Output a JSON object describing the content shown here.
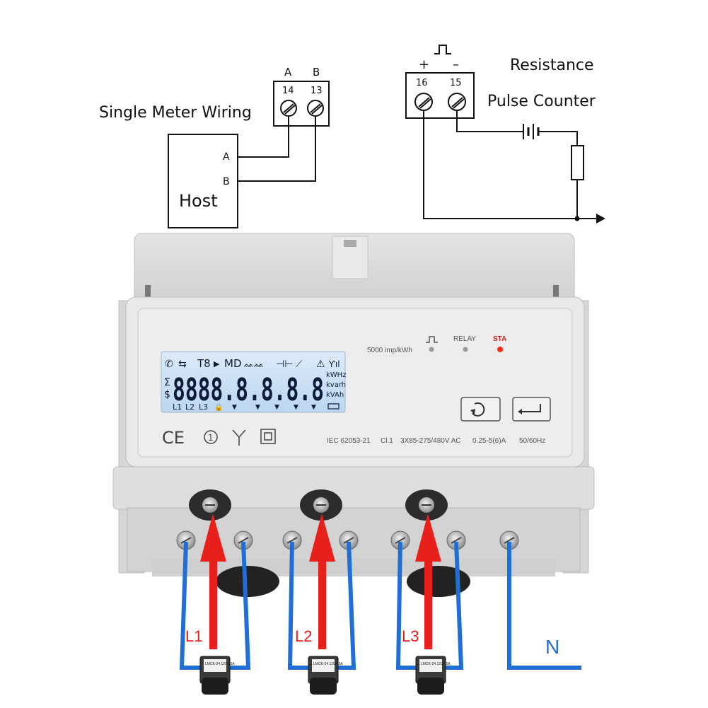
{
  "wiring": {
    "single_meter_title": "Single Meter Wiring",
    "host_label": "Host",
    "host_a": "A",
    "host_b": "B",
    "terminal_a_label": "A",
    "terminal_b_label": "B",
    "terminal_14": "14",
    "terminal_13": "13",
    "pulse_plus": "+",
    "pulse_minus": "–",
    "terminal_16": "16",
    "terminal_15": "15",
    "resistance_label": "Resistance",
    "pulse_counter_label": "Pulse Counter"
  },
  "meter": {
    "pulse_rate": "5000 imp/kWh",
    "relay_label": "RELAY",
    "sta_label": "STA",
    "lcd_top": "T8",
    "lcd_md": "MD",
    "lcd_digits": "8888.8.8.8.8",
    "lcd_sigma": "Σ",
    "lcd_dollar": "$",
    "unit_kwh": "kWHz",
    "unit_kvarh": "kvarh",
    "unit_kvah": "kVAh",
    "phase_l1": "L1",
    "phase_l2": "L2",
    "phase_l3": "L3",
    "ce_mark": "CE",
    "class_mark": "1",
    "spec_standard": "IEC 62053-21",
    "spec_class": "Cl.1",
    "spec_voltage": "3X85-275/480V AC",
    "spec_current": "0.25-5(6)A",
    "spec_freq": "50/60Hz",
    "ct_text": "LMCK-24 120A/5A"
  },
  "legend": {
    "l1": "L1",
    "l2": "L2",
    "l3": "L3",
    "n": "N"
  },
  "colors": {
    "phase_wire": "#e8201c",
    "ct_wire": "#1f6fd6",
    "lcd_bg": "#cfe4f7",
    "sta_led": "#ff2a1a"
  }
}
